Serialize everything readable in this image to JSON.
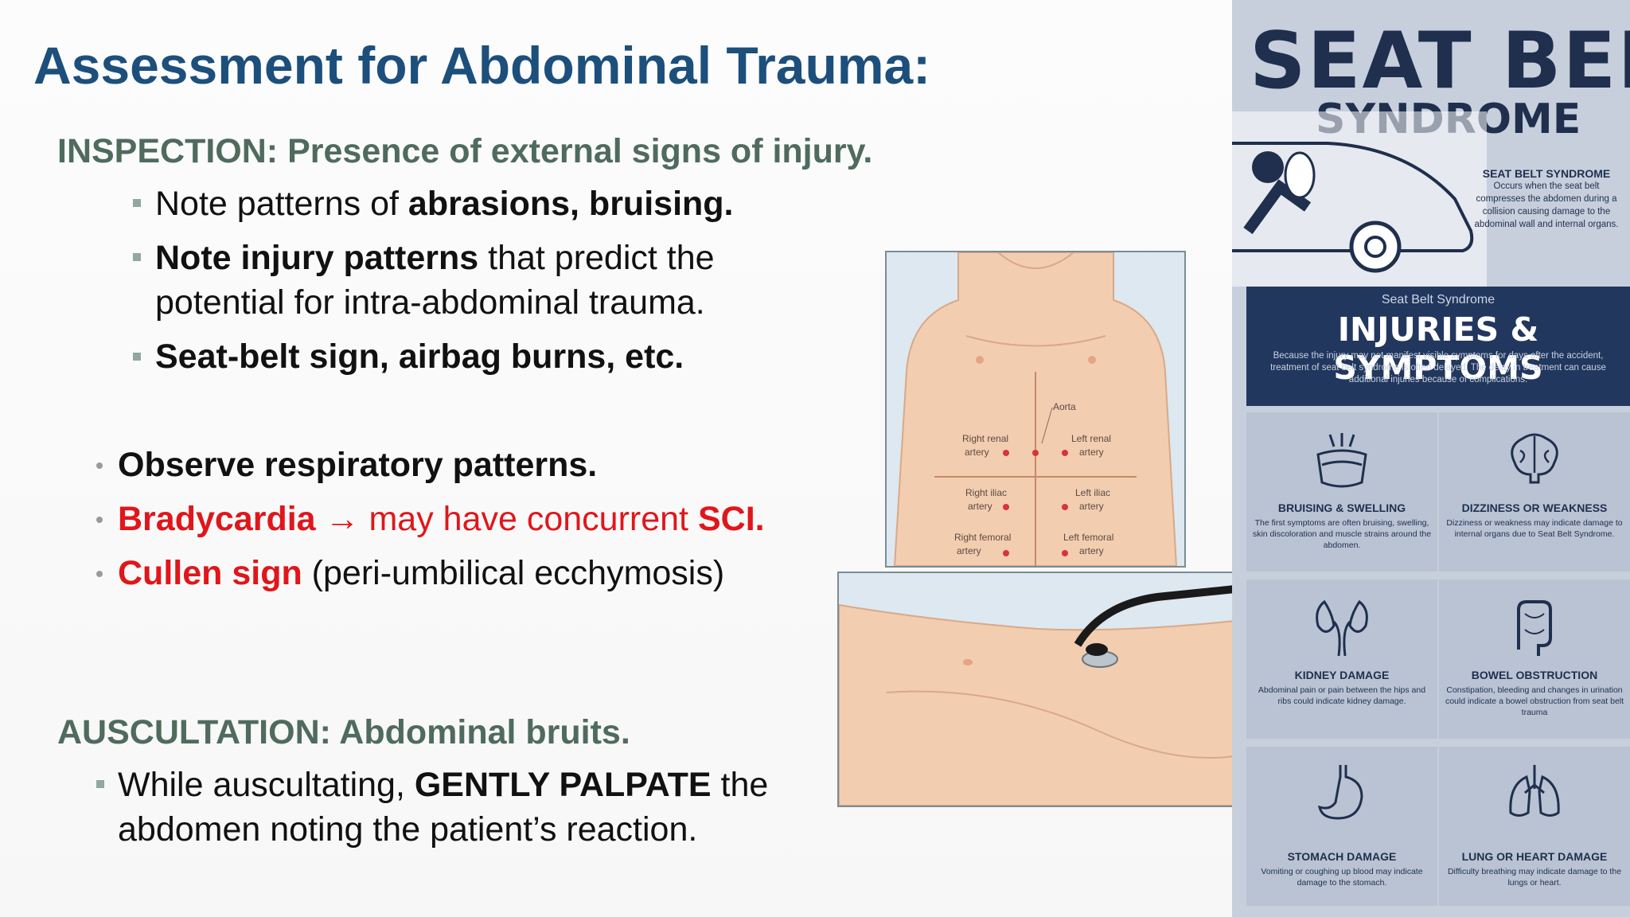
{
  "slide": {
    "title": "Assessment for Abdominal Trauma:",
    "inspection": {
      "heading": "INSPECTION: Presence of external signs of injury.",
      "items": [
        {
          "plain": "Note patterns of ",
          "bold": "abrasions, bruising."
        },
        {
          "bold": "Note injury patterns",
          "plain": " that predict the",
          "line2": "potential for intra-abdominal trauma."
        },
        {
          "bold": "Seat-belt sign, airbag burns, etc."
        }
      ]
    },
    "observations": [
      {
        "bold": "Observe respiratory patterns."
      },
      {
        "bold": "Bradycardia",
        "arrow": "→",
        "plain": " may have concurrent ",
        "bold2": "SCI."
      },
      {
        "bold": "Cullen sign",
        "plain": " (peri-umbilical ecchymosis)"
      }
    ],
    "auscultation": {
      "heading": "AUSCULTATION: Abdominal bruits.",
      "item": {
        "plain": "While auscultating, ",
        "bold": "GENTLY PALPATE",
        "plain2": " the",
        "line2": "abdomen noting the patient’s reaction."
      }
    }
  },
  "diagram": {
    "labels": {
      "aorta": "Aorta",
      "right_renal": [
        "Right renal",
        "artery"
      ],
      "left_renal": [
        "Left renal",
        "artery"
      ],
      "right_iliac": [
        "Right iliac",
        "artery"
      ],
      "left_iliac": [
        "Left iliac",
        "artery"
      ],
      "right_femoral": [
        "Right femoral",
        "artery"
      ],
      "left_femoral": [
        "Left femoral",
        "artery"
      ]
    }
  },
  "infographic": {
    "title": "SEAT BELT",
    "subtitle": "SYNDROME",
    "car_card": {
      "heading": "SEAT BELT SYNDROME",
      "text": "Occurs when the seat belt compresses the abdomen during a collision causing damage to the abdominal wall and internal organs."
    },
    "band": {
      "small": "Seat Belt Syndrome",
      "big": "INJURIES & SYMPTOMS",
      "desc": "Because the injury may not manifest visible symptoms for days after the accident, treatment of seat belt syndrome is often delayed. The delay in treatment can cause additional injuries because of complications."
    },
    "tiles": [
      {
        "icon": "bruising-icon",
        "heading": "BRUISING & SWELLING",
        "text": "The first symptoms are often bruising, swelling, skin discoloration and muscle strains around the abdomen."
      },
      {
        "icon": "brain-icon",
        "heading": "DIZZINESS OR WEAKNESS",
        "text": "Dizziness or weakness may indicate damage to internal organs due to Seat Belt Syndrome."
      },
      {
        "icon": "kidney-icon",
        "heading": "KIDNEY DAMAGE",
        "text": "Abdominal pain or pain between the hips and ribs could indicate kidney damage."
      },
      {
        "icon": "intestine-icon",
        "heading": "BOWEL OBSTRUCTION",
        "text": "Constipation, bleeding and changes in urination could indicate a bowel obstruction from seat belt trauma"
      },
      {
        "icon": "stomach-icon",
        "heading": "STOMACH DAMAGE",
        "text": "Vomiting or coughing up blood may indicate damage to the stomach."
      },
      {
        "icon": "lungs-icon",
        "heading": "LUNG OR HEART DAMAGE",
        "text": "Difficulty breathing may indicate damage to the lungs or heart."
      }
    ]
  }
}
